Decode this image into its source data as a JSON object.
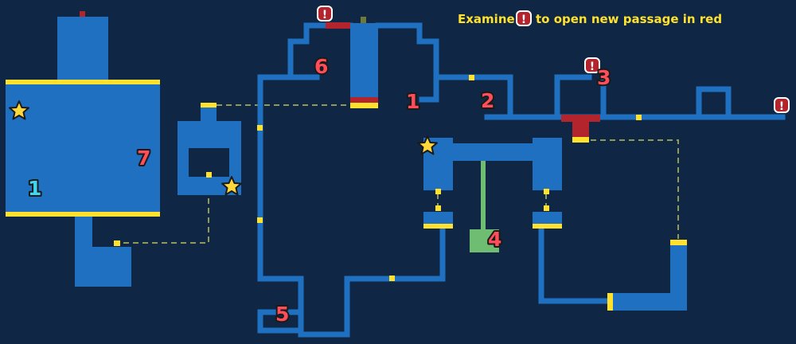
{
  "legend": {
    "before": "Examine",
    "icon": "!",
    "after": "to open new passage in red"
  },
  "colors": {
    "background": "#0f2744",
    "room": "#1f70c1",
    "door": "#ffe12e",
    "red_passage": "#b3242d",
    "green_passage": "#6fbd72",
    "dashed_link": "#8f9a58",
    "label_red": "#ff4d5a",
    "label_cyan": "#41d6ef",
    "star": "#ffd83b"
  },
  "labels": {
    "area_1_cyan": "1",
    "area_7": "7",
    "area_6": "6",
    "area_1_red": "1",
    "area_2": "2",
    "area_3": "3",
    "area_4": "4",
    "area_5": "5"
  },
  "markers": {
    "exclaim": "!",
    "star": "save-star"
  }
}
